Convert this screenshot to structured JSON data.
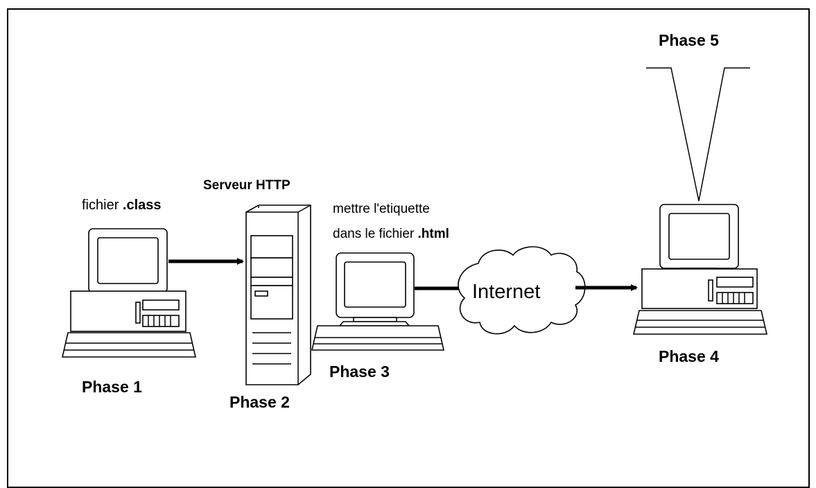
{
  "labels": {
    "phase1": "Phase 1",
    "phase2": "Phase 2",
    "phase3": "Phase 3",
    "phase4": "Phase 4",
    "phase5": "Phase 5",
    "class_prefix": "fichier ",
    "class_ext": ".class",
    "server": "Serveur HTTP",
    "tag_line1": "mettre l'etiquette",
    "tag_line2_prefix": "dans le fichier ",
    "tag_line2_ext": ".html",
    "internet": "Internet"
  },
  "colors": {
    "stroke": "#000000",
    "background": "#ffffff"
  }
}
